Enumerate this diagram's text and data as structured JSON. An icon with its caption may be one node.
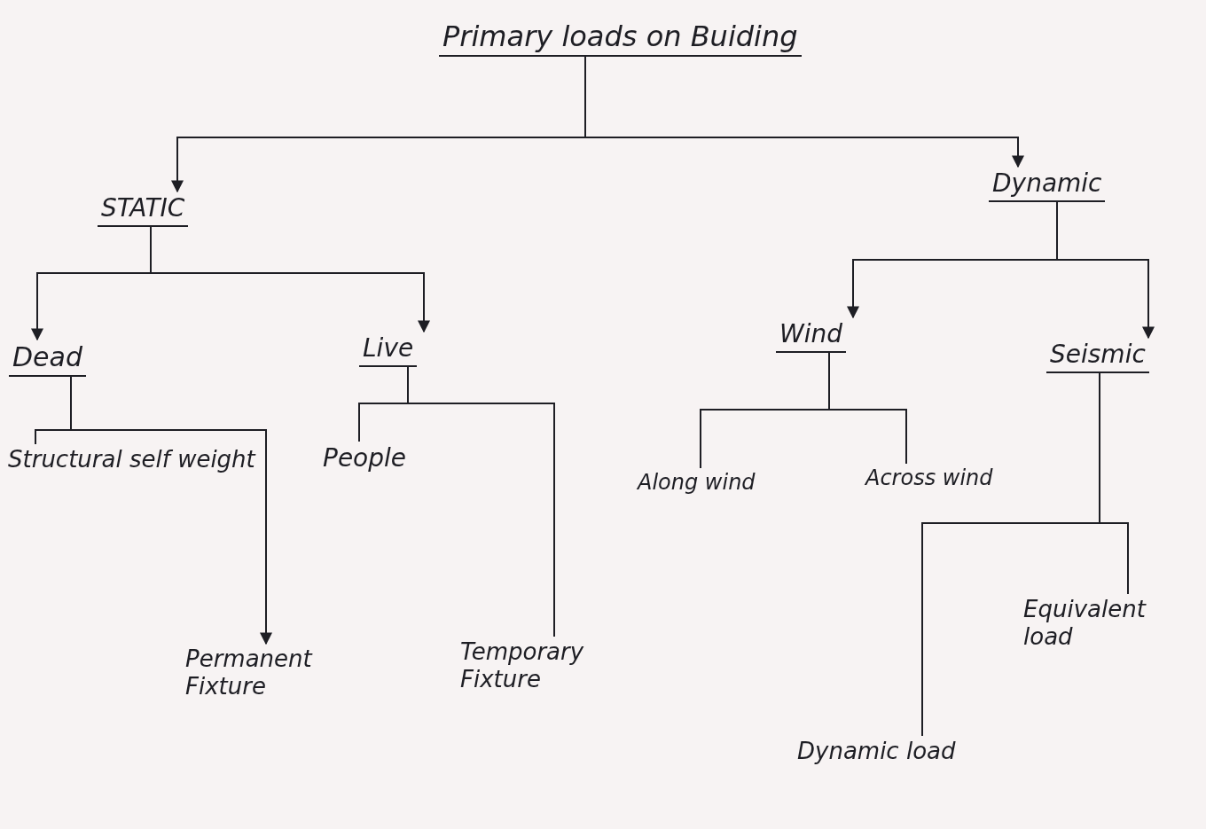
{
  "diagram": {
    "nodes": [
      {
        "text": [
          "Primary loads on Buiding"
        ]
      },
      {
        "text": [
          "STATIC"
        ]
      },
      {
        "text": [
          "Dynamic"
        ]
      },
      {
        "text": [
          "Dead"
        ]
      },
      {
        "text": [
          "Live"
        ]
      },
      {
        "text": [
          "Wind"
        ]
      },
      {
        "text": [
          "Seismic"
        ]
      },
      {
        "text": [
          "Structural self weight"
        ]
      },
      {
        "text": [
          "Permanent Fixture"
        ]
      },
      {
        "text": [
          "People"
        ]
      },
      {
        "text": [
          "Temporary Fixture"
        ]
      },
      {
        "text": [
          "Along wind"
        ]
      },
      {
        "text": [
          "Across wind"
        ]
      },
      {
        "text": [
          "Dynamic load"
        ]
      },
      {
        "text": [
          "Equivalent load"
        ]
      }
    ],
    "edges": [
      {
        "from": 0,
        "to": 1,
        "arrow": "to"
      },
      {
        "from": 0,
        "to": 2,
        "arrow": "to"
      },
      {
        "from": 1,
        "to": 3,
        "arrow": "to"
      },
      {
        "from": 1,
        "to": 4,
        "arrow": "to"
      },
      {
        "from": 2,
        "to": 5,
        "arrow": "to"
      },
      {
        "from": 2,
        "to": 6,
        "arrow": "to"
      },
      {
        "from": 3,
        "to": 7,
        "arrow": "none"
      },
      {
        "from": 3,
        "to": 8,
        "arrow": "to"
      },
      {
        "from": 4,
        "to": 9,
        "arrow": "none"
      },
      {
        "from": 4,
        "to": 10,
        "arrow": "none"
      },
      {
        "from": 5,
        "to": 11,
        "arrow": "none"
      },
      {
        "from": 5,
        "to": 12,
        "arrow": "none"
      },
      {
        "from": 6,
        "to": 13,
        "arrow": "none"
      },
      {
        "from": 6,
        "to": 14,
        "arrow": "none"
      }
    ]
  }
}
